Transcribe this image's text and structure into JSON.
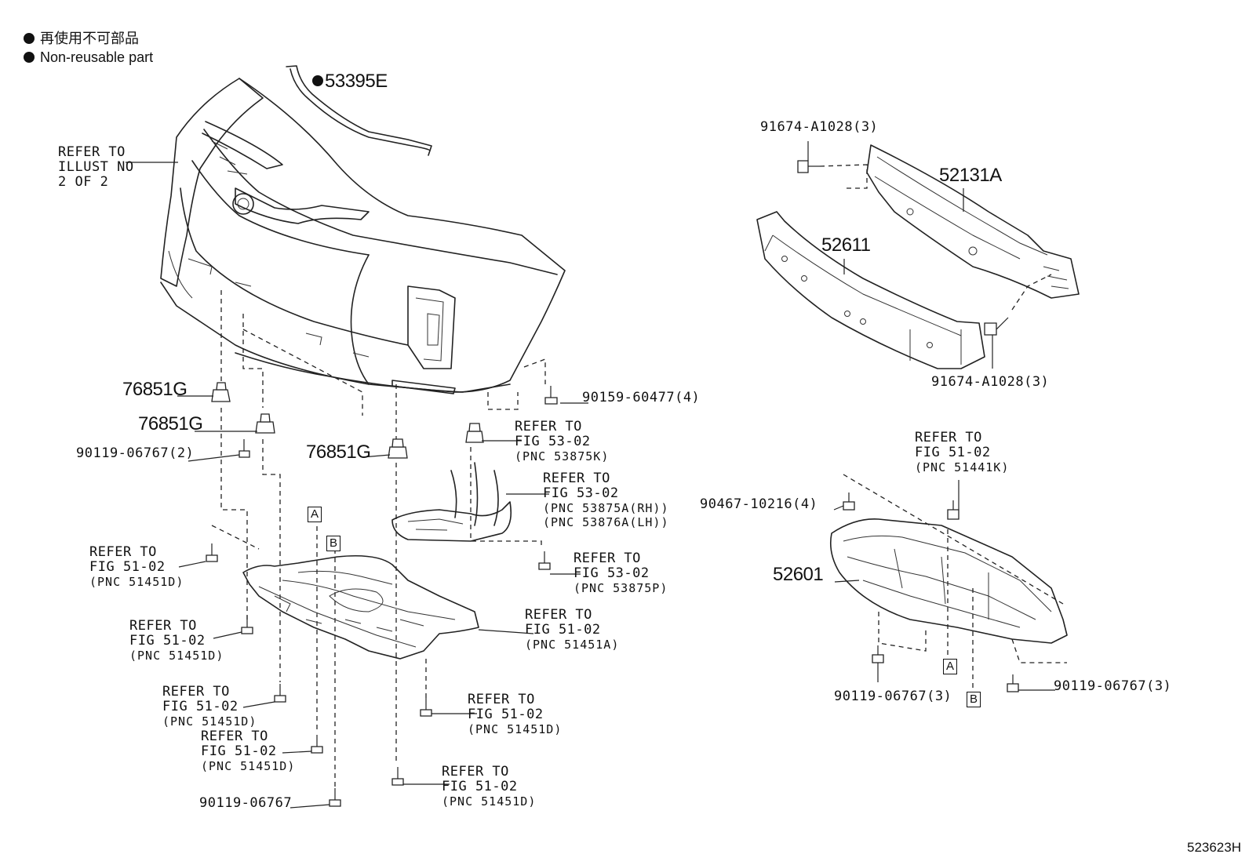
{
  "legend": {
    "line_jp": "再使用不可部品",
    "line_en": "Non-reusable part"
  },
  "labels": {
    "seal_53395e": "53395E",
    "refer_illust": "REFER TO\nILLUST NO\n2 OF 2",
    "clip_76851g_a": "76851G",
    "clip_76851g_b": "76851G",
    "clip_76851g_c": "76851G",
    "screw_90119_06767_2": "90119-06767(2)",
    "screw_90159_60477_4": "90159-60477(4)",
    "fig53_a": "REFER TO\nFIG 53-02",
    "fig53_a_pnc": "(PNC 53875K)",
    "fig53_b": "REFER TO\nFIG 53-02",
    "fig53_b_pnc": "(PNC 53875A(RH))\n(PNC 53876A(LH))",
    "fig53_c": "REFER TO\nFIG 53-02",
    "fig53_c_pnc": "(PNC 53875P)",
    "fig51_a": "REFER TO\nFIG 51-02",
    "fig51_a_pnc": "(PNC 51451D)",
    "fig51_b": "REFER TO\nFIG 51-02",
    "fig51_b_pnc": "(PNC 51451D)",
    "fig51_c": "REFER TO\nFIG 51-02",
    "fig51_c_pnc": "(PNC 51451A)",
    "fig51_d": "REFER TO\nFIG 51-02",
    "fig51_d_pnc": "(PNC 51451D)",
    "fig51_e": "REFER TO\nFIG 51-02",
    "fig51_e_pnc": "(PNC 51451D)",
    "fig51_f": "REFER TO\nFIG 51-02",
    "fig51_f_pnc": "(PNC 51451D)",
    "fig51_g": "REFER TO\nFIG 51-02",
    "fig51_g_pnc": "(PNC 51451D)",
    "screw_90119_06767": "90119-06767",
    "bolt_91674_top": "91674-A1028(3)",
    "bolt_91674_bottom": "91674-A1028(3)",
    "reinf_52131a": "52131A",
    "absorber_52611": "52611",
    "fig51_k": "REFER TO\nFIG 51-02",
    "fig51_k_pnc": "(PNC 51441K)",
    "clip_90467": "90467-10216(4)",
    "cover_52601": "52601",
    "screw_90119_06767_3a": "90119-06767(3)",
    "screw_90119_06767_3b": "90119-06767(3)",
    "mark_a": "A",
    "mark_b": "B",
    "mark_a2": "A",
    "mark_b2": "B"
  },
  "illustration_number": "523623H"
}
